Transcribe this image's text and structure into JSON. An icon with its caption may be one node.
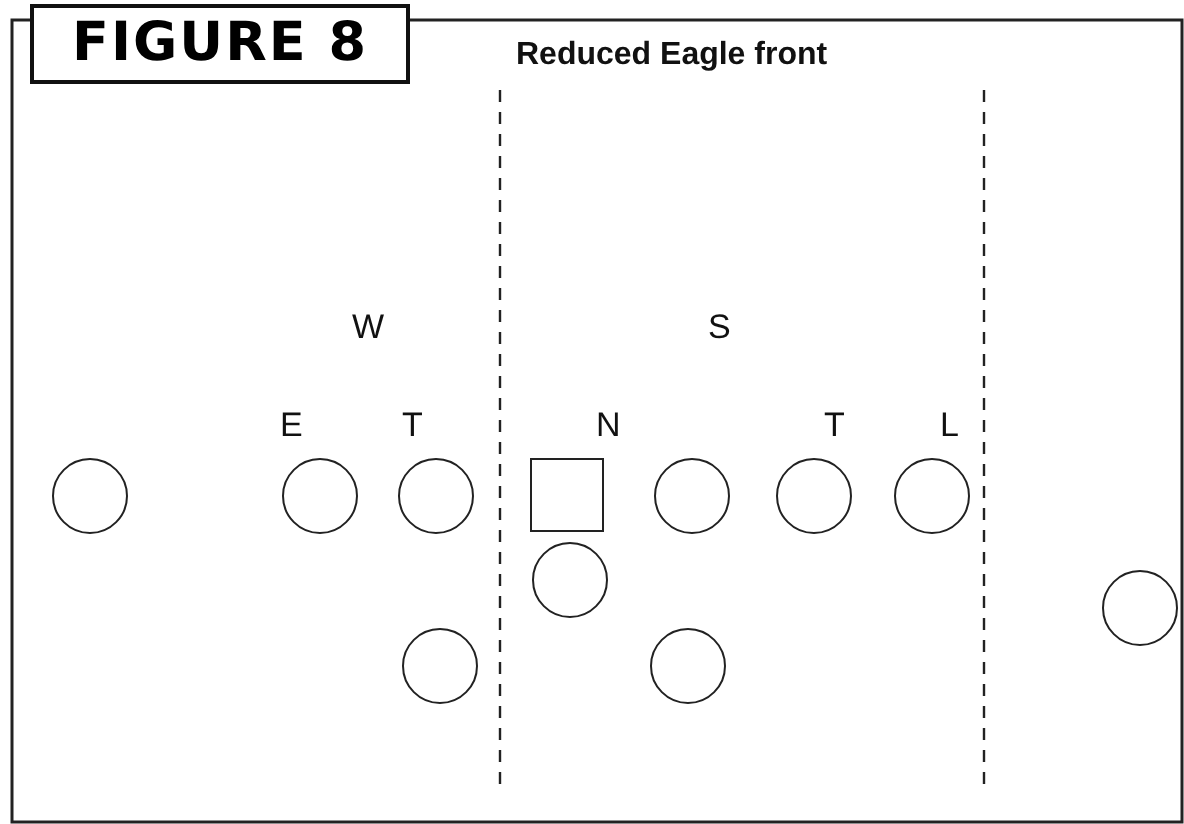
{
  "diagram": {
    "title": "FIGURE 8",
    "nodes": [
      {
        "text": [],
        "shape": "circle"
      },
      {
        "text": [],
        "shape": "circle"
      },
      {
        "text": [],
        "shape": "circle"
      },
      {
        "text": [],
        "shape": "box"
      },
      {
        "text": [],
        "shape": "circle"
      },
      {
        "text": [],
        "shape": "circle"
      },
      {
        "text": [],
        "shape": "circle"
      },
      {
        "text": [],
        "shape": "circle"
      },
      {
        "text": [],
        "shape": "circle"
      },
      {
        "text": [],
        "shape": "circle"
      },
      {
        "text": [],
        "shape": "circle"
      }
    ],
    "edges": [],
    "labels": [
      "Reduced Eagle front",
      "W",
      "S",
      "E",
      "T",
      "N",
      "T",
      "L"
    ]
  }
}
